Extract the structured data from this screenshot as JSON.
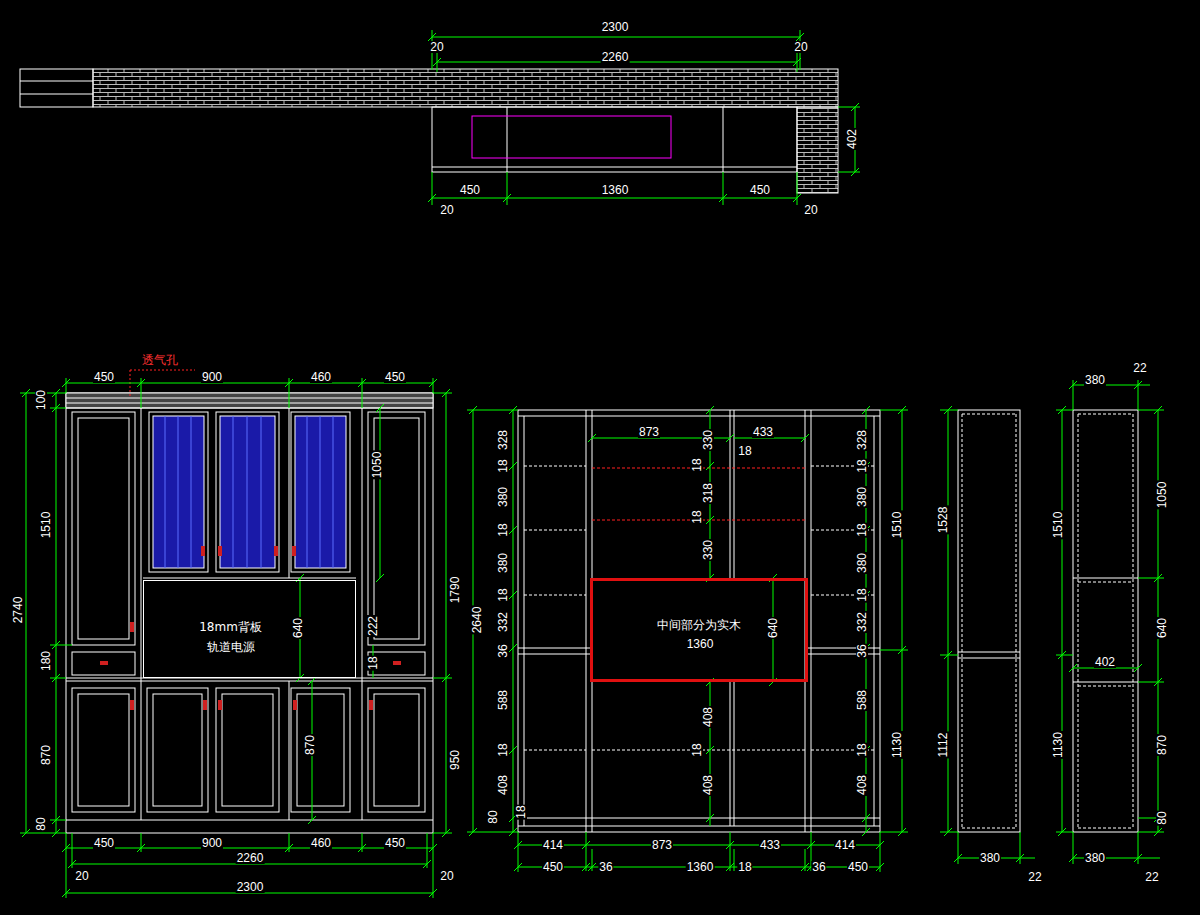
{
  "diagram": {
    "nodes": [
      {
        "text": [
          "18mm背板",
          "轨道电源"
        ]
      },
      {
        "text": [
          "中间部分为实木"
        ]
      }
    ],
    "labels": [
      "2300",
      "20",
      "2260",
      "20",
      "402",
      "450",
      "1360",
      "450",
      "20",
      "20",
      "透气孔",
      "450",
      "900",
      "460",
      "450",
      "100",
      "1510",
      "2740",
      "180",
      "870",
      "80",
      "1050",
      "640",
      "222",
      "18",
      "870",
      "1790",
      "950",
      "450",
      "900",
      "460",
      "450",
      "2260",
      "20",
      "20",
      "2300",
      "328",
      "18",
      "380",
      "18",
      "380",
      "18",
      "332",
      "36",
      "588",
      "18",
      "408",
      "80",
      "18",
      "873",
      "433",
      "18",
      "330",
      "18",
      "318",
      "18",
      "330",
      "640",
      "1360",
      "408",
      "18",
      "408",
      "328",
      "18",
      "380",
      "18",
      "380",
      "18",
      "332",
      "36",
      "588",
      "18",
      "408",
      "2640",
      "1510",
      "1130",
      "414",
      "873",
      "433",
      "414",
      "450",
      "36",
      "1360",
      "18",
      "36",
      "450",
      "1528",
      "1112",
      "380",
      "22",
      "380",
      "22",
      "1510",
      "1130",
      "1050",
      "640",
      "870",
      "80",
      "402",
      "380",
      "22"
    ]
  }
}
